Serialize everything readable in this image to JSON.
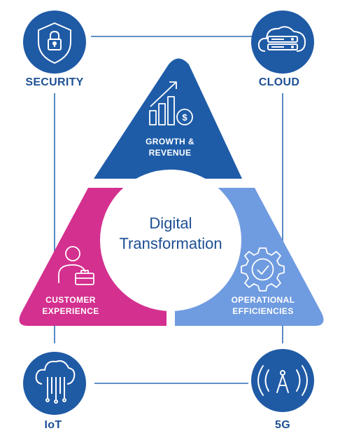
{
  "corners": {
    "security": "SECURITY",
    "cloud": "CLOUD",
    "iot": "IoT",
    "fiveg": "5G"
  },
  "segments": {
    "growth": {
      "line1": "GROWTH &",
      "line2": "REVENUE"
    },
    "customer": {
      "line1": "CUSTOMER",
      "line2": "EXPERIENCE"
    },
    "operational": {
      "line1": "OPERATIONAL",
      "line2": "EFFICIENCIES"
    }
  },
  "center": {
    "line1": "Digital",
    "line2": "Transformation"
  },
  "colors": {
    "dark_blue": "#1e5ca8",
    "navy_text": "#1d4f94",
    "magenta": "#d4308f",
    "light_blue": "#6f9be0",
    "line_blue": "#2f6cb7",
    "icon_circle": "#1f5aa5"
  },
  "icons": {
    "security": "shield-lock-icon",
    "cloud": "cloud-server-icon",
    "iot": "cloud-circuit-icon",
    "fiveg": "antenna-signal-icon",
    "growth": "growth-chart-icon",
    "customer": "person-briefcase-icon",
    "operational": "gear-check-icon"
  }
}
